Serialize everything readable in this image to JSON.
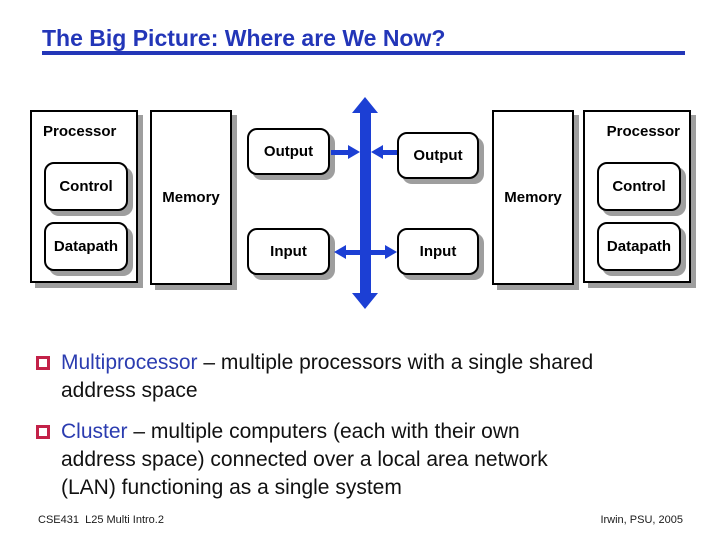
{
  "title": "The Big Picture: Where are We Now?",
  "diagram": {
    "left": {
      "processor": "Processor",
      "control": "Control",
      "datapath": "Datapath",
      "memory": "Memory",
      "output": "Output",
      "input": "Input"
    },
    "right": {
      "processor": "Processor",
      "control": "Control",
      "datapath": "Datapath",
      "memory": "Memory",
      "output": "Output",
      "input": "Input"
    },
    "bus_icon": "bidirectional-bus-arrow"
  },
  "bullets": [
    {
      "term": "Multiprocessor",
      "rest": " – multiple processors with a single shared\naddress space"
    },
    {
      "term": "Cluster",
      "rest": " – multiple computers (each with their own\naddress space) connected over a local area network\n(LAN) functioning as a single system"
    }
  ],
  "footer": {
    "left": "CSE431  L25 Multi Intro.2",
    "right": "Irwin, PSU, 2005"
  },
  "colors": {
    "title-blue": "#2336b8",
    "keyword-blue": "#2b3cb0",
    "arrow-blue": "#1c3fd4",
    "bullet-red": "#c32148",
    "shadow-gray": "#9e9e9e"
  }
}
